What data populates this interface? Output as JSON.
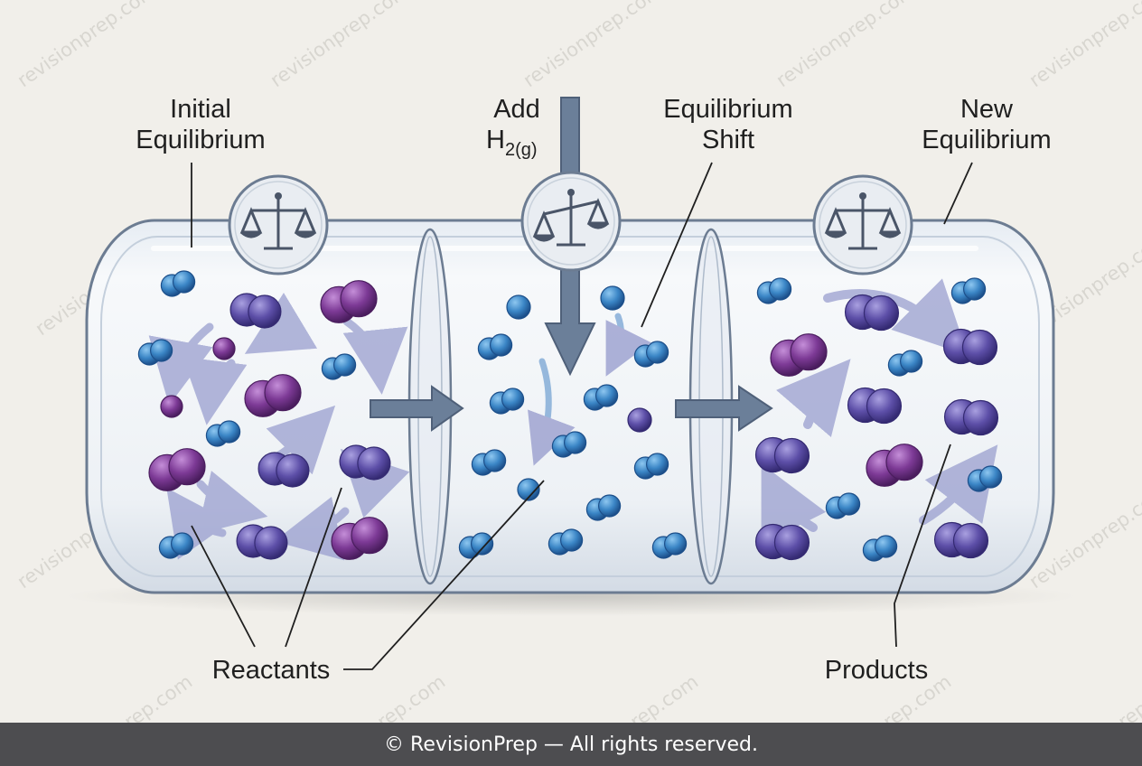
{
  "labels": {
    "initial_line1": "Initial",
    "initial_line2": "Equilibrium",
    "add": "Add",
    "h2_main": "H",
    "h2_sub": "2(g)",
    "shift_line1": "Equilibrium",
    "shift_line2": "Shift",
    "new_line1": "New",
    "new_line2": "Equilibrium",
    "reactants": "Reactants",
    "products": "Products"
  },
  "watermark": "revisionprep.com",
  "footer": "© RevisionPrep — All rights reserved.",
  "colors": {
    "background": "#f1efea",
    "small_molecule": "#3b86c6",
    "reactant_molecule": "#7d3a96",
    "product_molecule": "#5d4fa8",
    "arrow": "#6b7f99",
    "footer_bar": "#4d4d50"
  },
  "icons": [
    "balance-scale-icon",
    "balance-scale-tilted-icon",
    "balance-scale-icon"
  ]
}
